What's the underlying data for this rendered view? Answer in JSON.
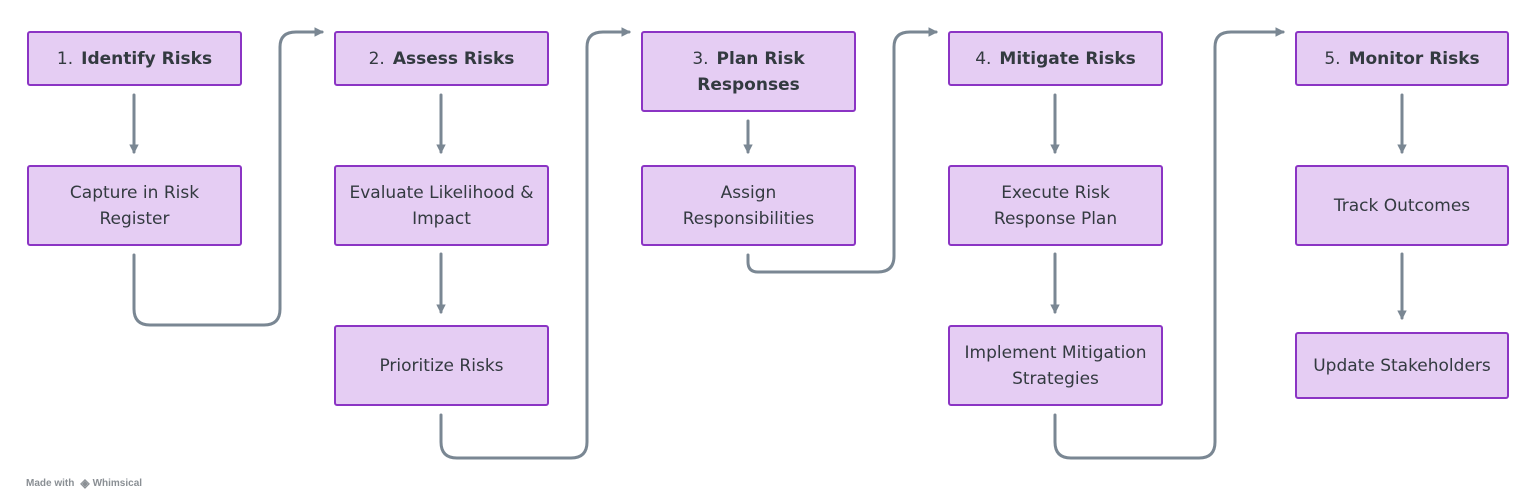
{
  "colors": {
    "node_fill": "#e5cdf3",
    "node_border": "#8b34c4",
    "connector": "#7a8793",
    "text": "#333a40"
  },
  "steps": [
    {
      "number": "1.",
      "title": "Identify Risks",
      "tasks": [
        "Capture in Risk Register"
      ]
    },
    {
      "number": "2.",
      "title": "Assess Risks",
      "tasks": [
        "Evaluate Likelihood & Impact",
        "Prioritize Risks"
      ]
    },
    {
      "number": "3.",
      "title": "Plan Risk Responses",
      "tasks": [
        "Assign Responsibilities"
      ]
    },
    {
      "number": "4.",
      "title": "Mitigate Risks",
      "tasks": [
        "Execute Risk Response Plan",
        "Implement Mitigation Strategies"
      ]
    },
    {
      "number": "5.",
      "title": "Monitor Risks",
      "tasks": [
        "Track Outcomes",
        "Update Stakeholders"
      ]
    }
  ],
  "footer": {
    "made_with": "Made with",
    "brand": "Whimsical"
  }
}
